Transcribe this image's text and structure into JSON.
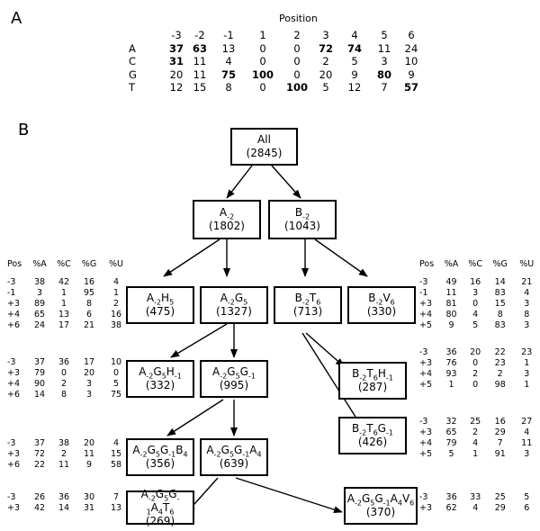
{
  "panel_a": {
    "label": "A",
    "title": "Position",
    "positions": [
      "-3",
      "-2",
      "-1",
      "1",
      "2",
      "3",
      "4",
      "5",
      "6"
    ],
    "rows": [
      {
        "base": "A",
        "values": [
          "37",
          "63",
          "13",
          "0",
          "0",
          "72",
          "74",
          "11",
          "24"
        ],
        "bold": [
          0,
          1,
          5,
          6
        ]
      },
      {
        "base": "C",
        "values": [
          "31",
          "11",
          "4",
          "0",
          "0",
          "2",
          "5",
          "3",
          "10"
        ],
        "bold": [
          0
        ]
      },
      {
        "base": "G",
        "values": [
          "20",
          "11",
          "75",
          "100",
          "0",
          "20",
          "9",
          "80",
          "9"
        ],
        "bold": [
          2,
          3,
          7
        ]
      },
      {
        "base": "T",
        "values": [
          "12",
          "15",
          "8",
          "0",
          "100",
          "5",
          "12",
          "7",
          "57"
        ],
        "bold": [
          4,
          8
        ]
      }
    ]
  },
  "panel_b": {
    "label": "B",
    "nodes": [
      {
        "id": "all",
        "parts": [
          [
            "All",
            ""
          ]
        ],
        "count": "(2845)"
      },
      {
        "id": "a2",
        "parts": [
          [
            "A",
            "-2"
          ]
        ],
        "count": "(1802)"
      },
      {
        "id": "b2",
        "parts": [
          [
            "B",
            "-2"
          ]
        ],
        "count": "(1043)"
      },
      {
        "id": "a2h5",
        "parts": [
          [
            "A",
            "-2"
          ],
          [
            "H",
            "5"
          ]
        ],
        "count": "(475)"
      },
      {
        "id": "a2g5",
        "parts": [
          [
            "A",
            "-2"
          ],
          [
            "G",
            "5"
          ]
        ],
        "count": "(1327)"
      },
      {
        "id": "b2t6",
        "parts": [
          [
            "B",
            "-2"
          ],
          [
            "T",
            "6"
          ]
        ],
        "count": "(713)"
      },
      {
        "id": "b2v6",
        "parts": [
          [
            "B",
            "-2"
          ],
          [
            "V",
            "6"
          ]
        ],
        "count": "(330)"
      },
      {
        "id": "a2g5h1",
        "parts": [
          [
            "A",
            "-2"
          ],
          [
            "G",
            "5"
          ],
          [
            "H",
            "-1"
          ]
        ],
        "count": "(332)"
      },
      {
        "id": "a2g5g1",
        "parts": [
          [
            "A",
            "-2"
          ],
          [
            "G",
            "5"
          ],
          [
            "G",
            "-1"
          ]
        ],
        "count": "(995)"
      },
      {
        "id": "b2t6h1",
        "parts": [
          [
            "B",
            "-2"
          ],
          [
            "T",
            "6"
          ],
          [
            "H",
            "-1"
          ]
        ],
        "count": "(287)"
      },
      {
        "id": "b2t6g1",
        "parts": [
          [
            "B",
            "-2"
          ],
          [
            "T",
            "6"
          ],
          [
            "G",
            "-1"
          ]
        ],
        "count": "(426)"
      },
      {
        "id": "a2g5g1b4",
        "parts": [
          [
            "A",
            "-2"
          ],
          [
            "G",
            "5"
          ],
          [
            "G",
            "-1"
          ],
          [
            "B",
            "4"
          ]
        ],
        "count": "(356)"
      },
      {
        "id": "a2g5g1a4",
        "parts": [
          [
            "A",
            "-2"
          ],
          [
            "G",
            "5"
          ],
          [
            "G",
            "-1"
          ],
          [
            "A",
            "4"
          ]
        ],
        "count": "(639)"
      },
      {
        "id": "a2g5g1a4t6",
        "parts": [
          [
            "A",
            "-2"
          ],
          [
            "G",
            "5"
          ],
          [
            "G",
            "-1"
          ],
          [
            "A",
            "4"
          ],
          [
            "T",
            "6"
          ]
        ],
        "count": "(269)"
      },
      {
        "id": "a2g5g1a4v6",
        "parts": [
          [
            "A",
            "-2"
          ],
          [
            "G",
            "5"
          ],
          [
            "G",
            "-1"
          ],
          [
            "A",
            "4"
          ],
          [
            "V",
            "6"
          ]
        ],
        "count": "(370)"
      }
    ],
    "edges": [
      [
        "all",
        "a2"
      ],
      [
        "all",
        "b2"
      ],
      [
        "a2",
        "a2h5"
      ],
      [
        "a2",
        "a2g5"
      ],
      [
        "b2",
        "b2t6"
      ],
      [
        "b2",
        "b2v6"
      ],
      [
        "a2g5",
        "a2g5h1"
      ],
      [
        "a2g5",
        "a2g5g1"
      ],
      [
        "b2t6",
        "b2t6h1"
      ],
      [
        "b2t6",
        "b2t6g1"
      ],
      [
        "a2g5g1",
        "a2g5g1b4"
      ],
      [
        "a2g5g1",
        "a2g5g1a4"
      ],
      [
        "a2g5g1a4",
        "a2g5g1a4t6"
      ],
      [
        "a2g5g1a4",
        "a2g5g1a4v6"
      ]
    ],
    "stats_left": [
      {
        "header": [
          "Pos",
          "%A",
          "%C",
          "%G",
          "%U"
        ],
        "rows": [
          [
            "-3",
            "38",
            "42",
            "16",
            "4"
          ],
          [
            "-1",
            "3",
            "1",
            "95",
            "1"
          ],
          [
            "+3",
            "89",
            "1",
            "8",
            "2"
          ],
          [
            "+4",
            "65",
            "13",
            "6",
            "16"
          ],
          [
            "+6",
            "24",
            "17",
            "21",
            "38"
          ]
        ]
      },
      {
        "rows": [
          [
            "-3",
            "37",
            "36",
            "17",
            "10"
          ],
          [
            "+3",
            "79",
            "0",
            "20",
            "0"
          ],
          [
            "+4",
            "90",
            "2",
            "3",
            "5"
          ],
          [
            "+6",
            "14",
            "8",
            "3",
            "75"
          ]
        ]
      },
      {
        "rows": [
          [
            "-3",
            "37",
            "38",
            "20",
            "4"
          ],
          [
            "+3",
            "72",
            "2",
            "11",
            "15"
          ],
          [
            "+6",
            "22",
            "11",
            "9",
            "58"
          ]
        ]
      },
      {
        "rows": [
          [
            "-3",
            "26",
            "36",
            "30",
            "7"
          ],
          [
            "+3",
            "42",
            "14",
            "31",
            "13"
          ]
        ]
      }
    ],
    "stats_right": [
      {
        "header": [
          "Pos",
          "%A",
          "%C",
          "%G",
          "%U"
        ],
        "rows": [
          [
            "-3",
            "49",
            "16",
            "14",
            "21"
          ],
          [
            "-1",
            "11",
            "3",
            "83",
            "4"
          ],
          [
            "+3",
            "81",
            "0",
            "15",
            "3"
          ],
          [
            "+4",
            "80",
            "4",
            "8",
            "8"
          ],
          [
            "+5",
            "9",
            "5",
            "83",
            "3"
          ]
        ]
      },
      {
        "rows": [
          [
            "-3",
            "36",
            "20",
            "22",
            "23"
          ],
          [
            "+3",
            "76",
            "0",
            "23",
            "1"
          ],
          [
            "+4",
            "93",
            "2",
            "2",
            "3"
          ],
          [
            "+5",
            "1",
            "0",
            "98",
            "1"
          ]
        ]
      },
      {
        "rows": [
          [
            "-3",
            "32",
            "25",
            "16",
            "27"
          ],
          [
            "+3",
            "65",
            "2",
            "29",
            "4"
          ],
          [
            "+4",
            "79",
            "4",
            "7",
            "11"
          ],
          [
            "+5",
            "5",
            "1",
            "91",
            "3"
          ]
        ]
      },
      {
        "rows": [
          [
            "-3",
            "36",
            "33",
            "25",
            "5"
          ],
          [
            "+3",
            "62",
            "4",
            "29",
            "6"
          ]
        ]
      }
    ]
  }
}
